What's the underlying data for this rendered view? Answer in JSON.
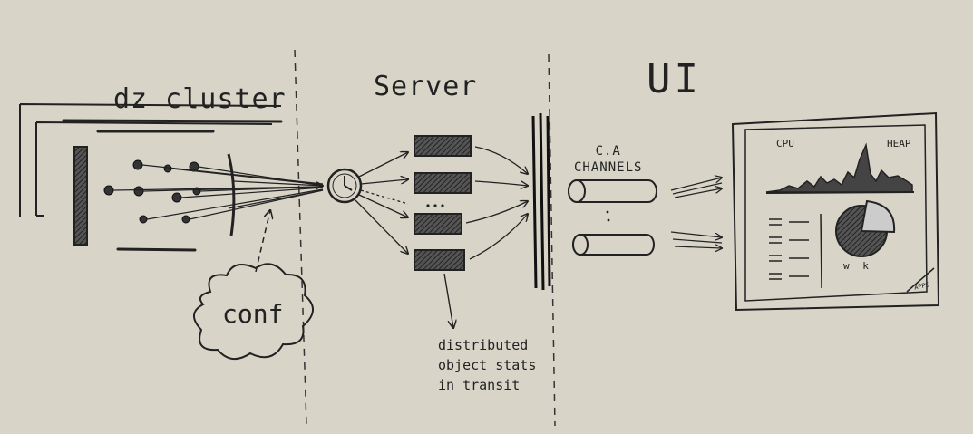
{
  "sections": {
    "cluster_title": "dz cluster",
    "server_title": "Server",
    "ui_title": "UI"
  },
  "config_label": "conf",
  "channels_label_line1": "C.A",
  "channels_label_line2": "CHANNELS",
  "transit_note": [
    "distributed",
    "object stats",
    "in transit"
  ],
  "dashboard": {
    "cpu_label": "CPU",
    "heap_label": "HEAP",
    "pie_legend": "w  k",
    "stamp": "APPS"
  },
  "colors": {
    "paper": "#d8d5c8",
    "ink": "#222222"
  }
}
